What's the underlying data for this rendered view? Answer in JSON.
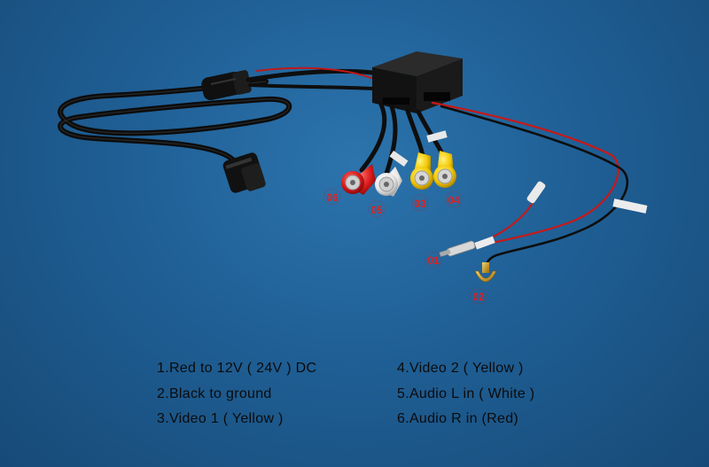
{
  "callouts": {
    "c01": "01",
    "c02": "02",
    "c03": "03",
    "c04": "04",
    "c05": "05",
    "c06": "06"
  },
  "legend": {
    "left": [
      "1.Red to 12V ( 24V ) DC",
      "2.Black to ground",
      "3.Video 1  ( Yellow )"
    ],
    "right": [
      "4.Video 2  ( Yellow )",
      "5.Audio L in ( White )",
      "6.Audio R in (Red)"
    ]
  },
  "colors": {
    "background": "#1f5f95",
    "callout_red": "#e02020",
    "rca_red": "#d81818",
    "rca_white": "#f2f2f2",
    "rca_yellow": "#f0c800"
  }
}
